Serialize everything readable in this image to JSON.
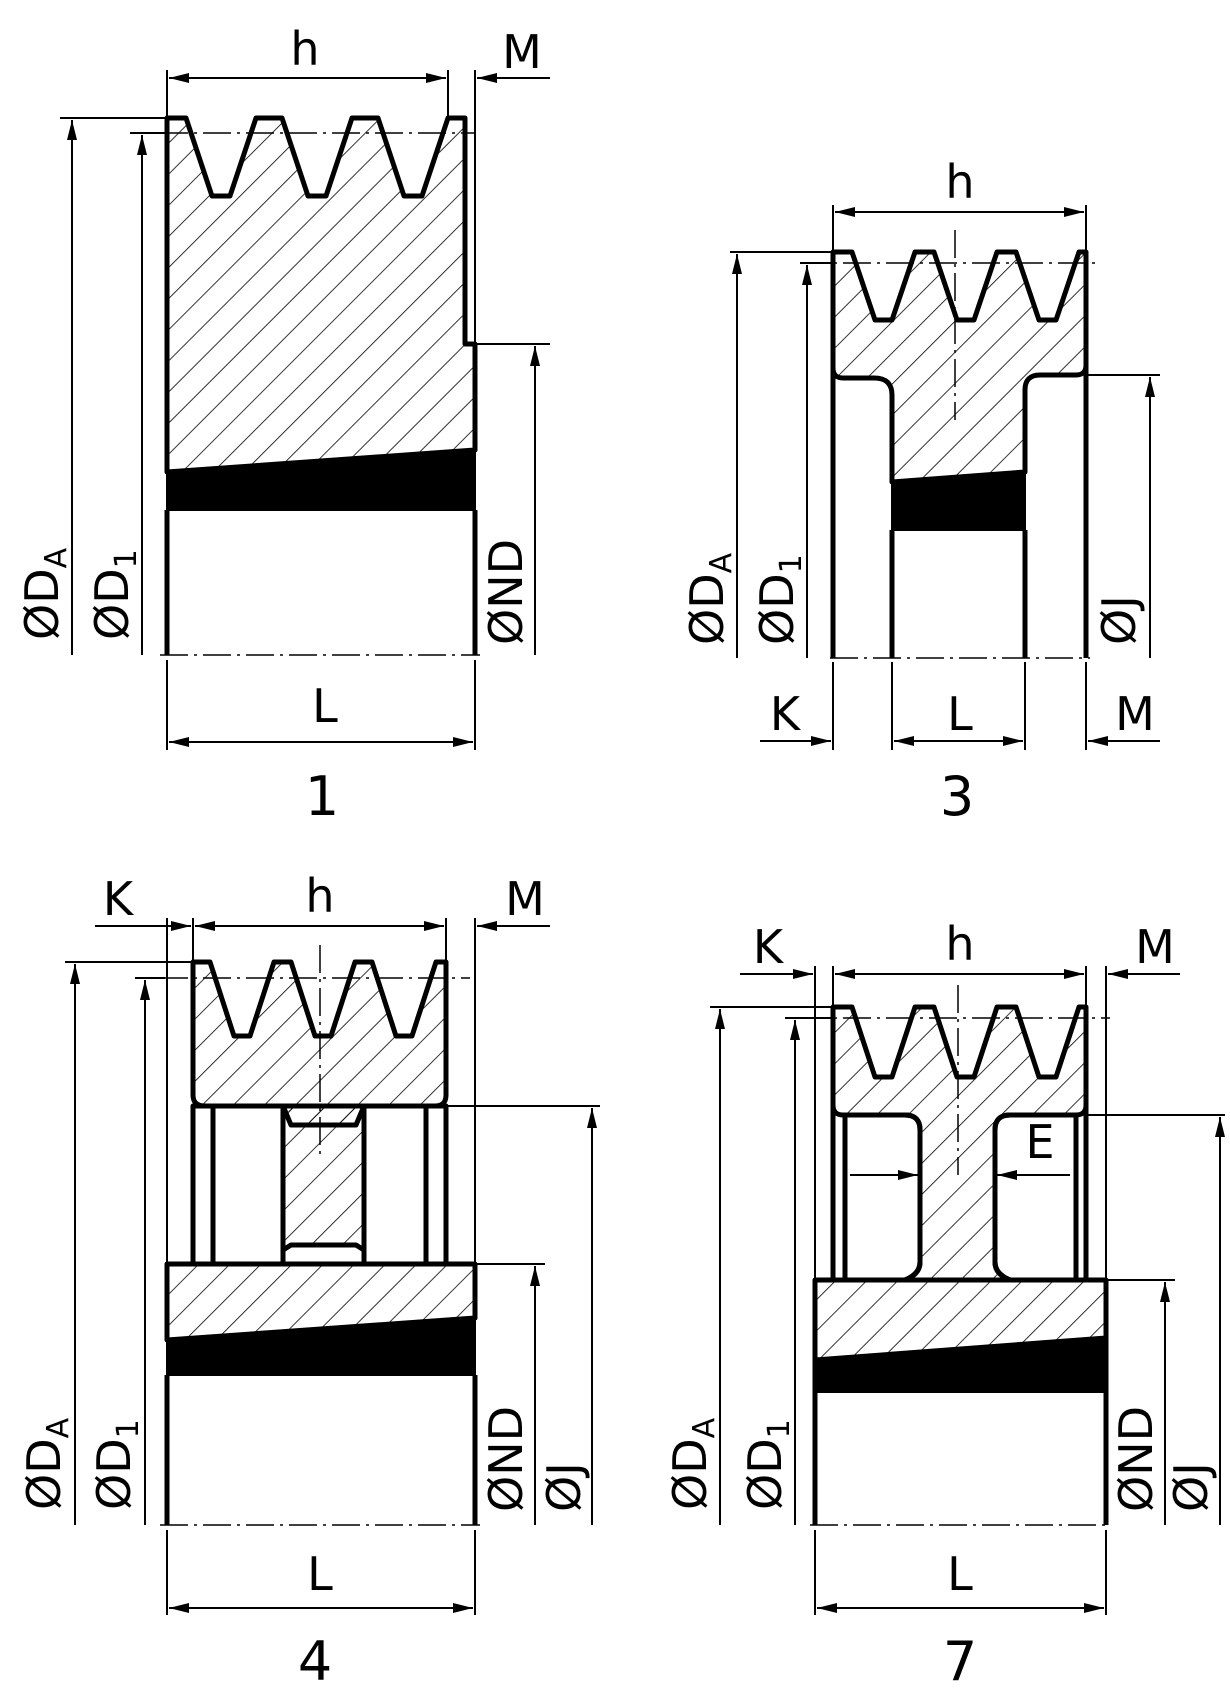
{
  "views": [
    {
      "number": "1",
      "labels": {
        "h": "h",
        "M": "M",
        "L": "L",
        "DA": "ØD",
        "DA_sub": "A",
        "D1": "ØD",
        "D1_sub": "1",
        "ND": "ØND"
      }
    },
    {
      "number": "3",
      "labels": {
        "h": "h",
        "K": "K",
        "L": "L",
        "M": "M",
        "DA": "ØD",
        "DA_sub": "A",
        "D1": "ØD",
        "D1_sub": "1",
        "J": "ØJ"
      }
    },
    {
      "number": "4",
      "labels": {
        "h": "h",
        "K": "K",
        "M": "M",
        "L": "L",
        "DA": "ØD",
        "DA_sub": "A",
        "D1": "ØD",
        "D1_sub": "1",
        "ND": "ØND",
        "J": "ØJ"
      }
    },
    {
      "number": "7",
      "labels": {
        "h": "h",
        "K": "K",
        "M": "M",
        "E": "E",
        "L": "L",
        "DA": "ØD",
        "DA_sub": "A",
        "D1": "ØD",
        "D1_sub": "1",
        "ND": "ØND",
        "J": "ØJ"
      }
    }
  ],
  "colors": {
    "line": "#000000",
    "background": "#ffffff"
  }
}
